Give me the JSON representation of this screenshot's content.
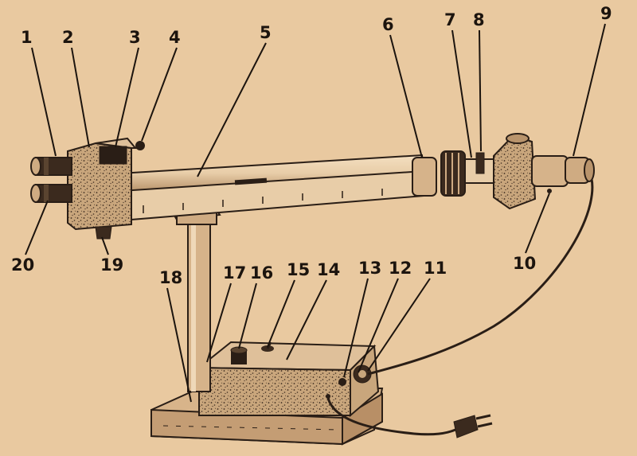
{
  "background_color": "#e9c9a0",
  "ink_color": "#2a1e16",
  "speckle_color": "#d9b68a",
  "callouts": [
    {
      "id": "1",
      "label": "1"
    },
    {
      "id": "2",
      "label": "2"
    },
    {
      "id": "3",
      "label": "3"
    },
    {
      "id": "4",
      "label": "4"
    },
    {
      "id": "5",
      "label": "5"
    },
    {
      "id": "6",
      "label": "6"
    },
    {
      "id": "7",
      "label": "7"
    },
    {
      "id": "8",
      "label": "8"
    },
    {
      "id": "9",
      "label": "9"
    },
    {
      "id": "10",
      "label": "10"
    },
    {
      "id": "11",
      "label": "11"
    },
    {
      "id": "12",
      "label": "12"
    },
    {
      "id": "13",
      "label": "13"
    },
    {
      "id": "14",
      "label": "14"
    },
    {
      "id": "15",
      "label": "15"
    },
    {
      "id": "16",
      "label": "16"
    },
    {
      "id": "17",
      "label": "17"
    },
    {
      "id": "18",
      "label": "18"
    },
    {
      "id": "19",
      "label": "19"
    },
    {
      "id": "20",
      "label": "20"
    }
  ]
}
